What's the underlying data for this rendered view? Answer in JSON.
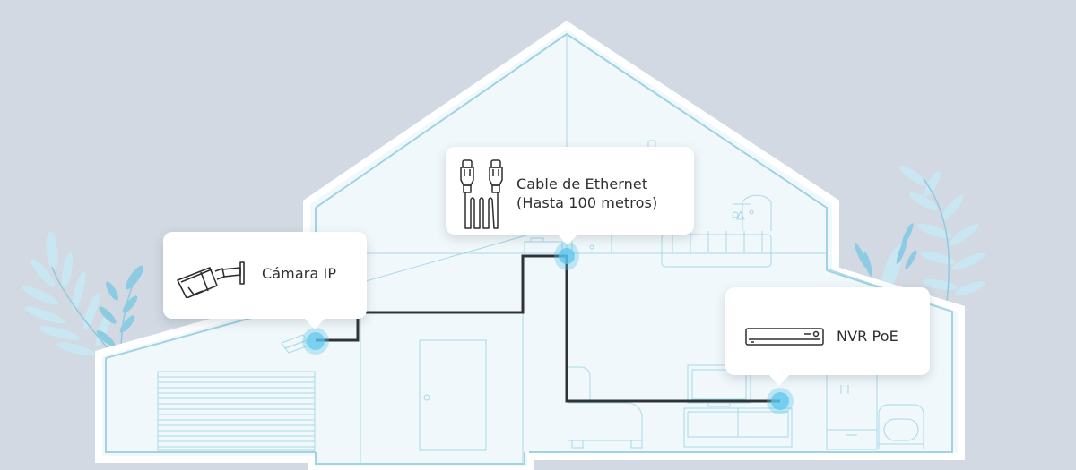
{
  "diagram": {
    "title": "IP camera PoE connection diagram",
    "callouts": {
      "camera": {
        "label": "Cámara IP",
        "icon": "ip-camera-icon"
      },
      "cable": {
        "label_line1": "Cable de Ethernet",
        "label_line2": "(Hasta 100 metros)",
        "icon": "ethernet-cable-icon"
      },
      "nvr": {
        "label": "NVR PoE",
        "icon": "nvr-recorder-icon"
      }
    },
    "colors": {
      "background": "#d2d9e2",
      "house_fill": "#f1f8fb",
      "house_outline": "#9fd3e2",
      "line_detail": "#a8d8e6",
      "cable": "#2f3337",
      "node_glow": "#5cc6ec",
      "plant_light": "#c4e6f2",
      "plant_dark": "#8ccbe2"
    }
  }
}
